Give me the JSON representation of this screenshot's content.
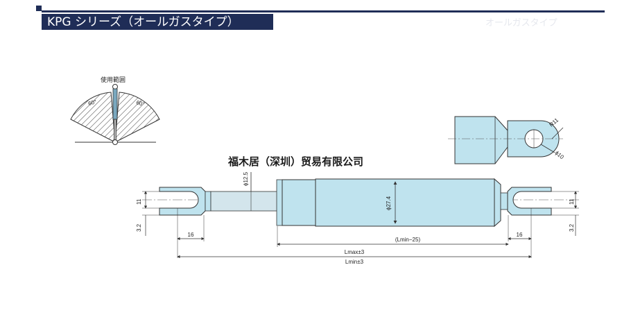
{
  "header": {
    "title": "KPG シリーズ（オールガスタイプ）",
    "ghost_text": "オールガスタイプ"
  },
  "watermark": "福木居（深圳）贸易有限公司",
  "range_diagram": {
    "title": "使用範囲",
    "left_angle": "60°",
    "right_angle": "60°"
  },
  "detail_view": {
    "radius_label": "R11",
    "hole_label": "ϕ10"
  },
  "dimensions": {
    "rod_diameter": "ϕ12.5",
    "body_diameter": "ϕ27.4",
    "clevis_width_left": "11",
    "clevis_width_right": "11",
    "offset_left": "3.2",
    "offset_right": "3.2",
    "clevis_length_left": "16",
    "clevis_length_right": "16",
    "body_length": "(Lmin−25)",
    "lmax": "Lmax±3",
    "lmin": "Lmin±3"
  },
  "colors": {
    "navy": "#1f2d57",
    "part_fill": "#bfe3ee",
    "rod_fill": "#d3e5ec",
    "line": "#2a2a2a"
  }
}
